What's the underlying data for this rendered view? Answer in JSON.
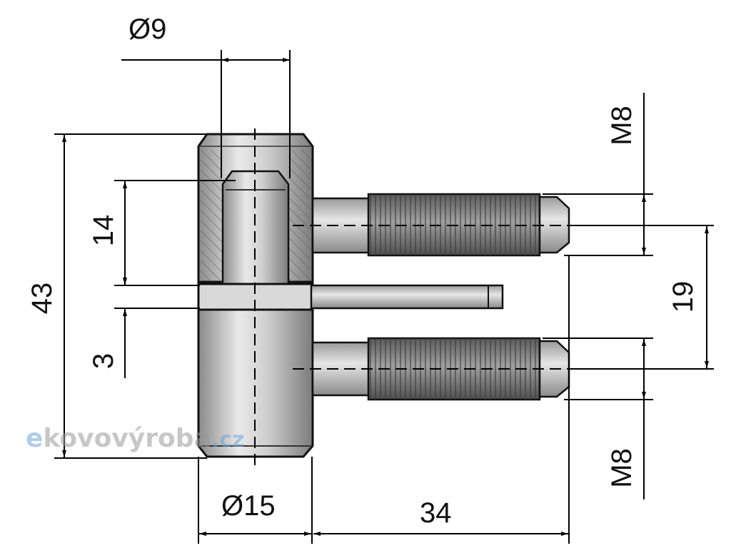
{
  "dimensions": {
    "pin_diameter": "Ø9",
    "body_diameter": "Ø15",
    "total_height": "43",
    "upper_part": "14",
    "gap": "3",
    "stud_spacing": "19",
    "stud_length": "34",
    "thread_top": "M8",
    "thread_bottom": "M8"
  },
  "watermark": {
    "e": "e",
    "rest": "kovovýroba",
    "tld": ".cz"
  },
  "colors": {
    "metal_light": "#e8e8e8",
    "metal_mid": "#bdbdbd",
    "metal_dark": "#7a7a7a",
    "thread": "#6e6e6e",
    "watermark_blue": "#6fa7d6",
    "watermark_gray": "#9a9a9a"
  }
}
